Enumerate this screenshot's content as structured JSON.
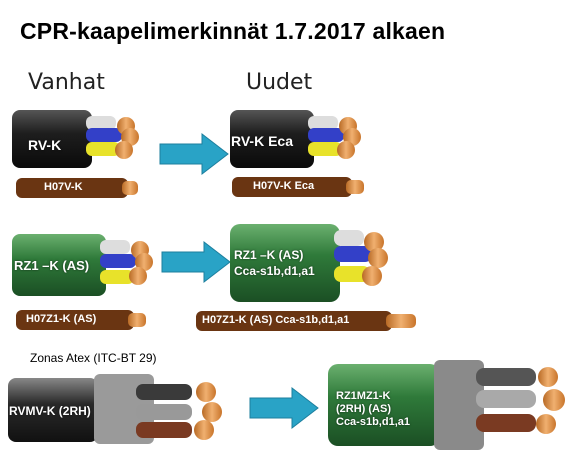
{
  "title": "CPR-kaapelimerkinnät 1.7.2017 alkaen",
  "headers": {
    "old": "Vanhat",
    "new": "Uudet"
  },
  "row1": {
    "old_cable": "RV-K",
    "old_wire": "H07V-K",
    "new_cable": "RV-K  Eca",
    "new_wire": "H07V-K Eca"
  },
  "row2": {
    "old_cable": "RZ1 –K (AS)",
    "old_wire": "H07Z1-K (AS)",
    "new_cable_line1": "RZ1 –K (AS)",
    "new_cable_line2": "Cca-s1b,d1,a1",
    "new_wire": "H07Z1-K (AS) Cca-s1b,d1,a1"
  },
  "row3": {
    "note": "Zonas Atex (ITC-BT 29)",
    "old_cable": "RVMV-K (2RH)",
    "new_cable_line1": "RZ1MZ1-K",
    "new_cable_line2": "(2RH) (AS)",
    "new_cable_line3": "Cca-s1b,d1,a1"
  },
  "colors": {
    "black_sheath": "#1e1e1e",
    "green_sheath": "#2f7a3a",
    "brown_wire": "#6a3512",
    "arrow": "#29a3c6",
    "copper": "#d98a3a",
    "blue_core": "#3340c8",
    "yellow_core": "#e8e22a"
  }
}
